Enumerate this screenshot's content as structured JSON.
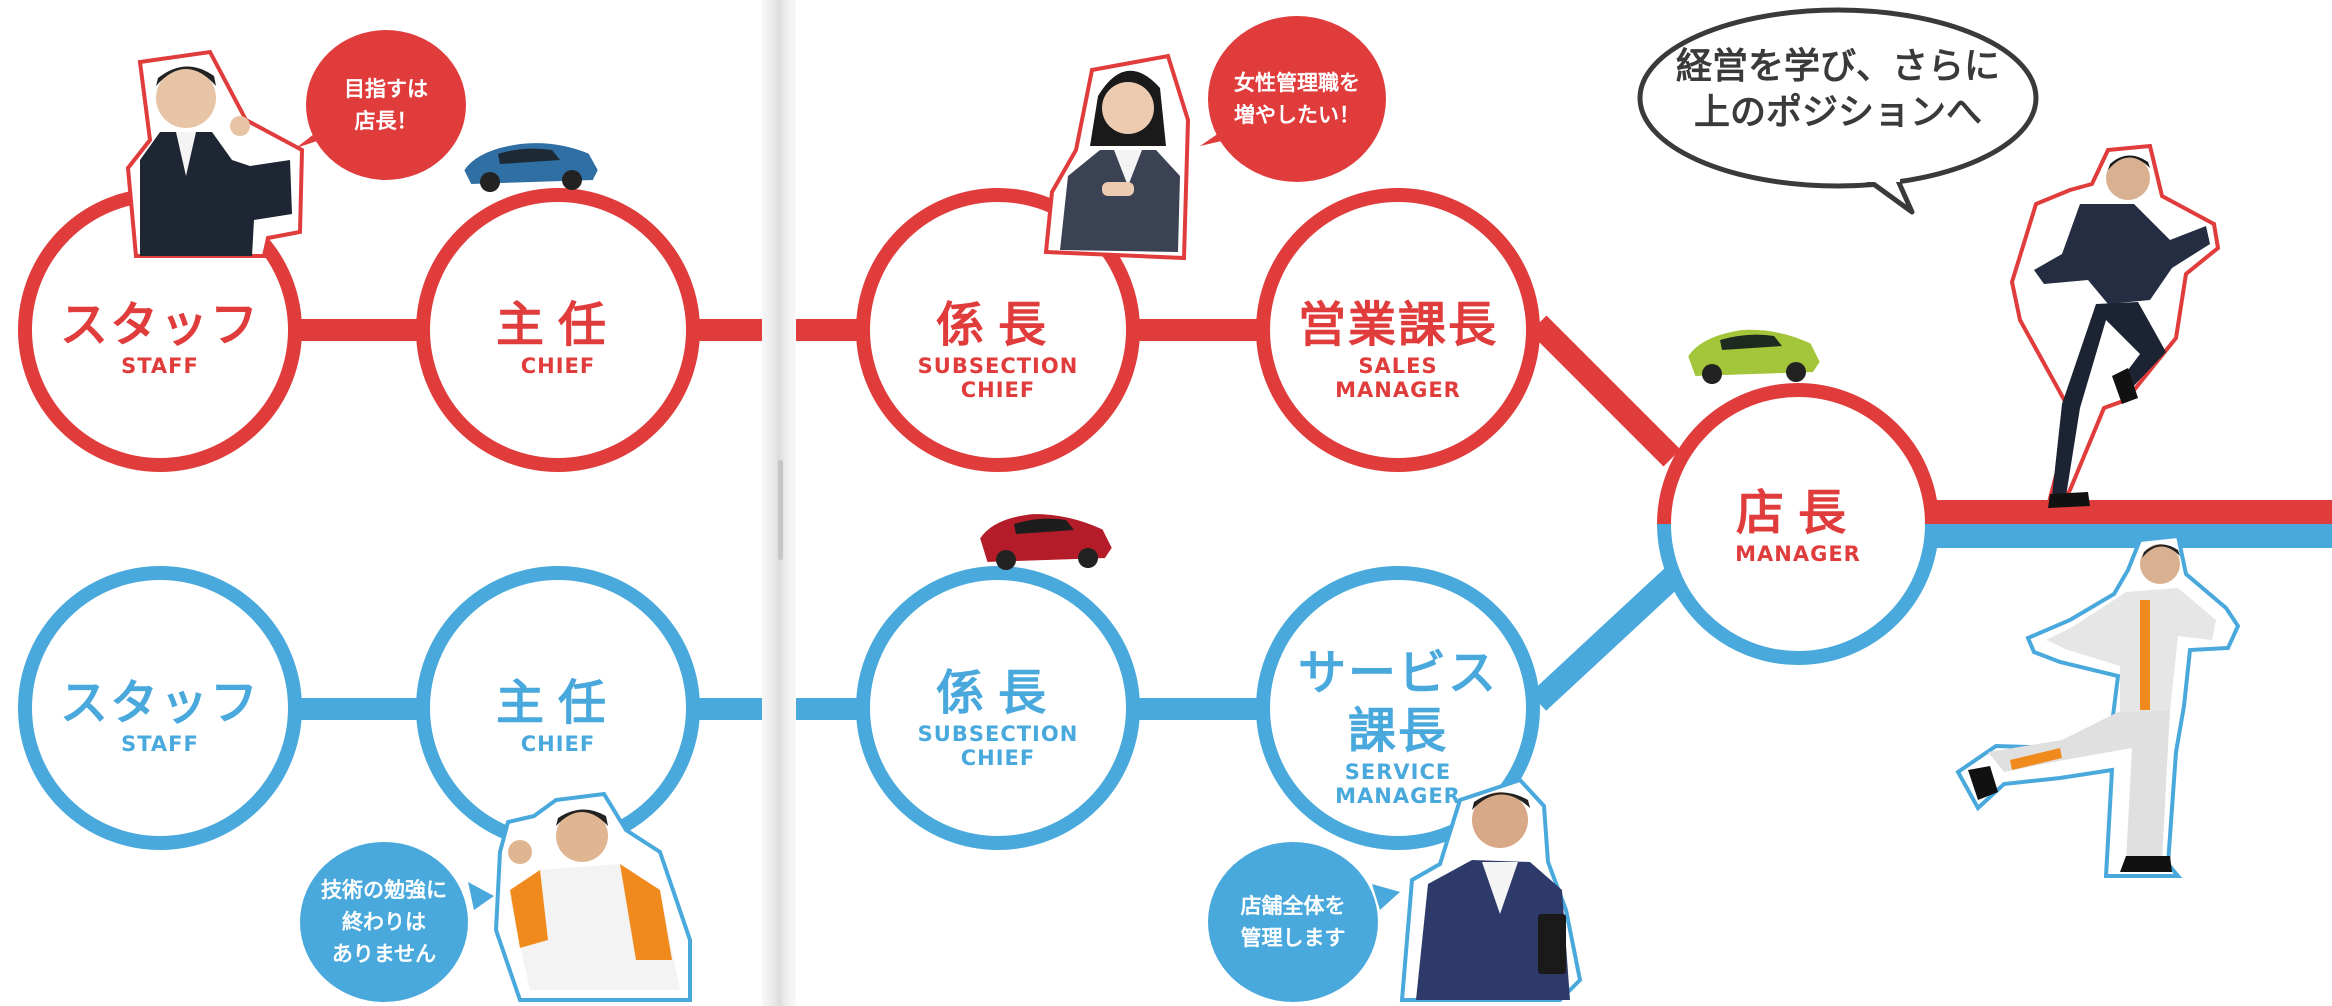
{
  "colors": {
    "sales_track": "#e03c3c",
    "service_track": "#4aa9dc",
    "outline": "#3a3a3a"
  },
  "sales_track": {
    "staff": {
      "jp": "スタッフ",
      "en": "STAFF"
    },
    "chief": {
      "jp": "主任",
      "en": "CHIEF"
    },
    "subsection_chief": {
      "jp": "係長",
      "en_line1": "SUBSECTION",
      "en_line2": "CHIEF"
    },
    "sales_manager": {
      "jp": "営業課長",
      "en_line1": "SALES",
      "en_line2": "MANAGER"
    }
  },
  "service_track": {
    "staff": {
      "jp": "スタッフ",
      "en": "STAFF"
    },
    "chief": {
      "jp": "主任",
      "en": "CHIEF"
    },
    "subsection_chief": {
      "jp": "係長",
      "en_line1": "SUBSECTION",
      "en_line2": "CHIEF"
    },
    "service_manager": {
      "jp_line1": "サービス",
      "jp_line2": "課長",
      "en_line1": "SERVICE",
      "en_line2": "MANAGER"
    }
  },
  "store_manager": {
    "jp": "店長",
    "en": "MANAGER"
  },
  "bubbles": {
    "aim_store_manager": "目指すは\n店長！",
    "more_women_managers": "女性管理職を\n増やしたい！",
    "learn_management": "経営を学び、さらに\n上のポジションへ",
    "no_end_to_learning": "技術の勉強に\n終わりは\nありません",
    "manage_whole_store": "店舗全体を\n管理します"
  },
  "icons": [
    "person-photo-icon",
    "car-icon"
  ]
}
